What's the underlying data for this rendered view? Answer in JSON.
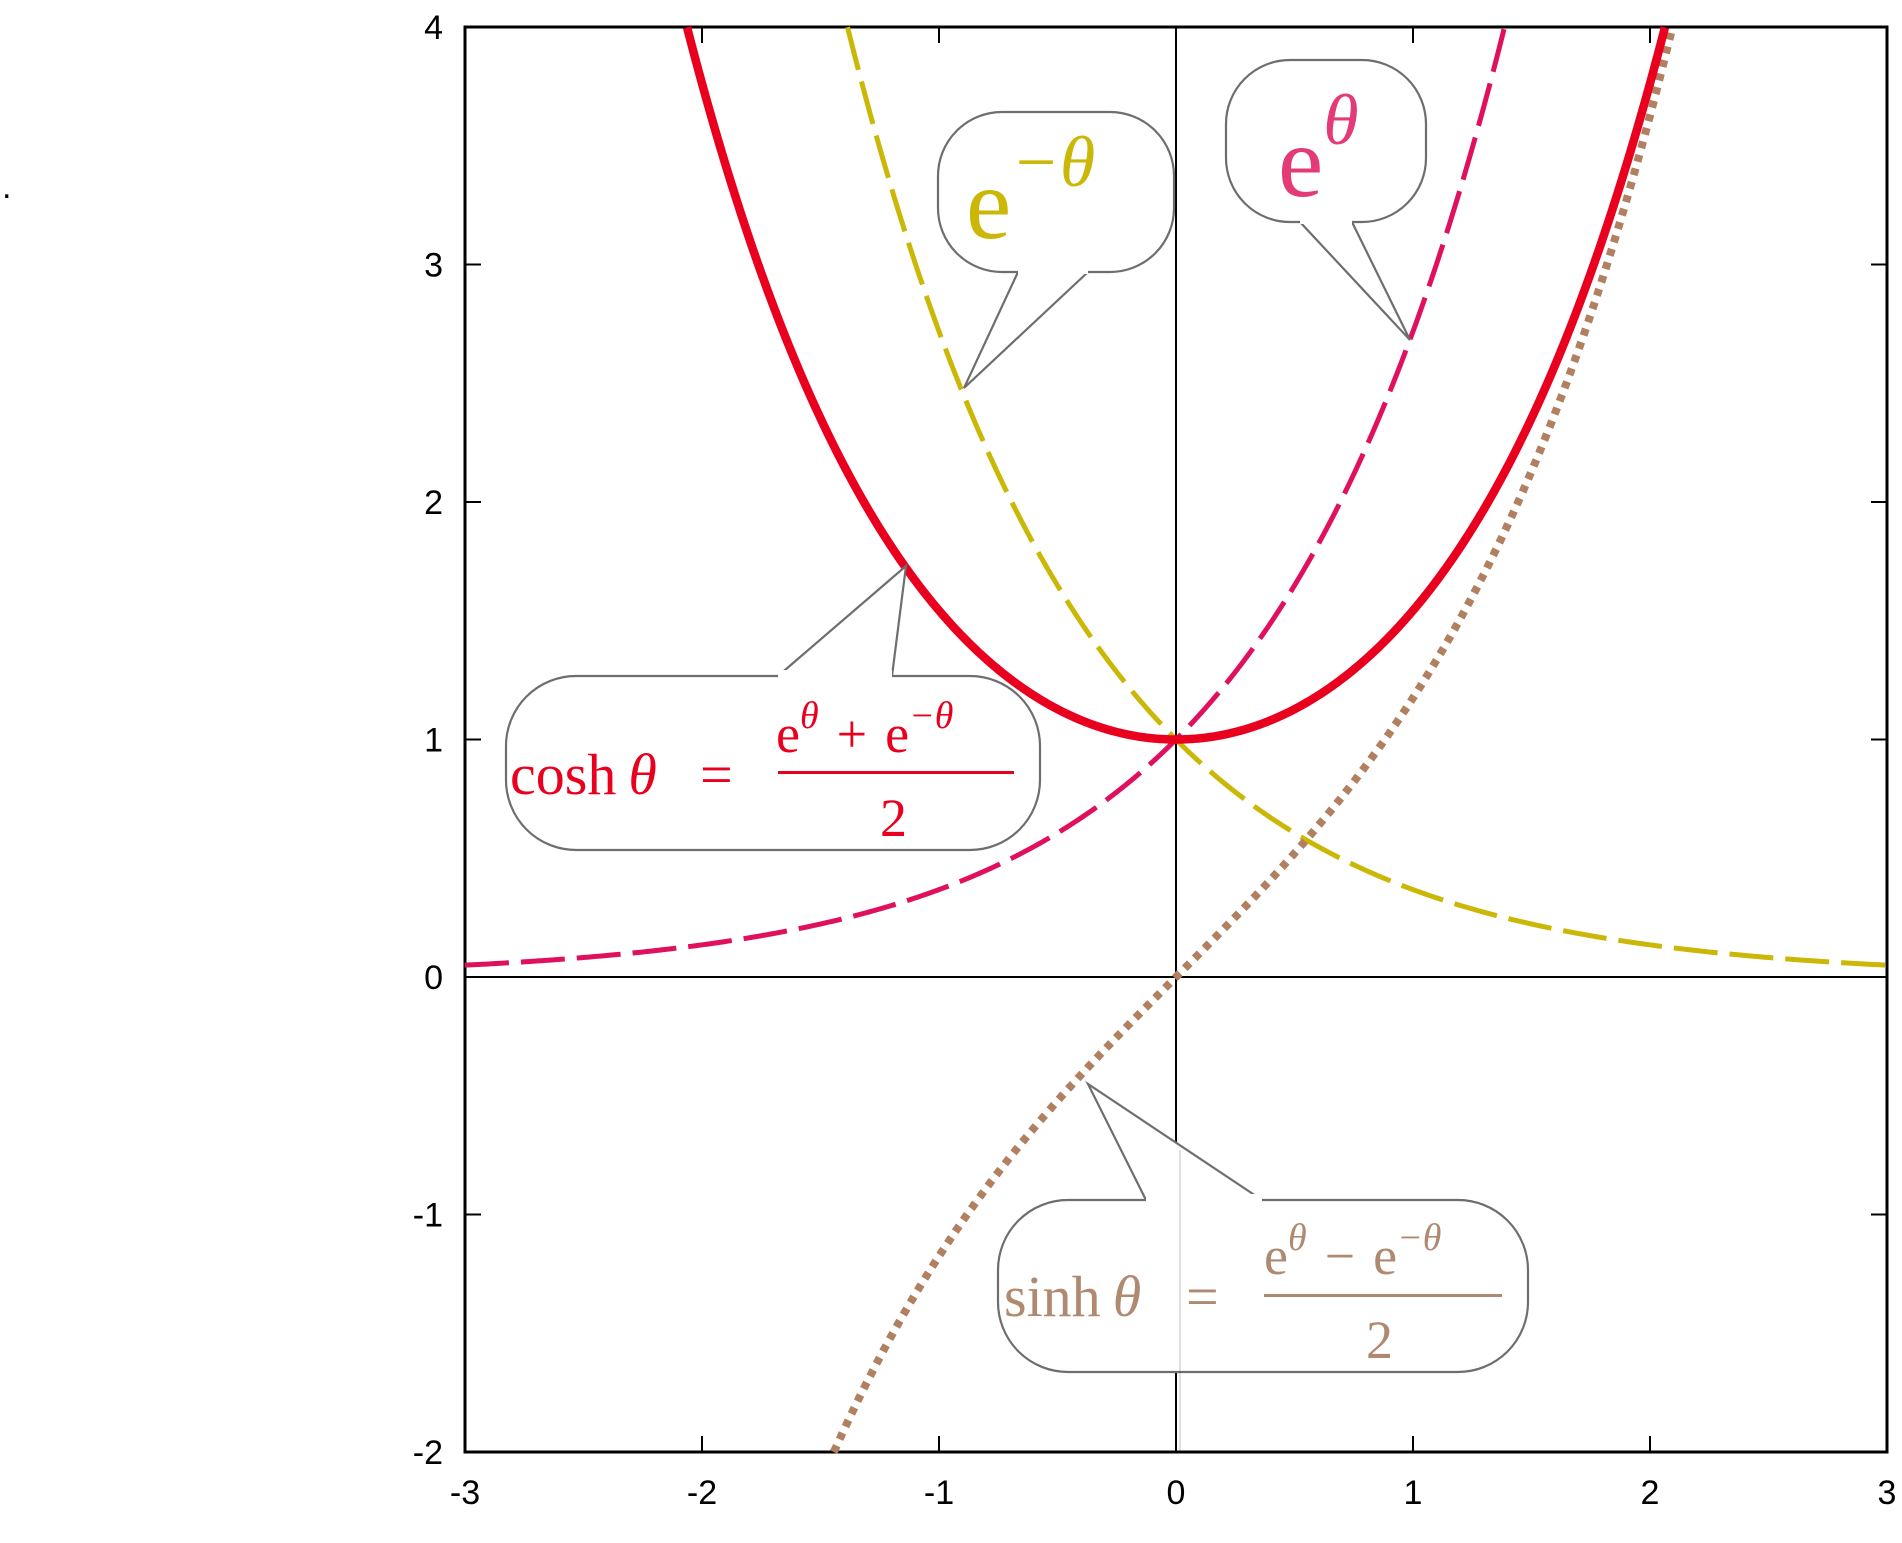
{
  "chart_data": {
    "type": "line",
    "xlim": [
      -3,
      3
    ],
    "ylim": [
      -2,
      4
    ],
    "xticks": [
      "-3",
      "-2",
      "-1",
      "0",
      "1",
      "2",
      "3"
    ],
    "yticks": [
      "-2",
      "-1",
      "0",
      "1",
      "2",
      "3",
      "4"
    ],
    "grid": false,
    "zero_axes": true,
    "series": [
      {
        "name": "e^θ",
        "color": "#e0105e",
        "style": "dashed",
        "x": [
          -3,
          -2.5,
          -2,
          -1.5,
          -1,
          -0.5,
          0,
          0.5,
          1,
          1.2,
          1.386
        ],
        "y": [
          0.05,
          0.082,
          0.135,
          0.223,
          0.368,
          0.607,
          1,
          1.649,
          2.718,
          3.32,
          4.0
        ]
      },
      {
        "name": "e^−θ",
        "color": "#cbb706",
        "style": "dashed",
        "x": [
          -1.386,
          -1.2,
          -1,
          -0.5,
          0,
          0.5,
          1,
          1.5,
          2,
          2.5,
          3
        ],
        "y": [
          4.0,
          3.32,
          2.718,
          1.649,
          1,
          0.607,
          0.368,
          0.223,
          0.135,
          0.082,
          0.05
        ]
      },
      {
        "name": "cosh θ",
        "color": "#e8001e",
        "style": "solid",
        "x": [
          -2.063,
          -1.5,
          -1,
          -0.5,
          0,
          0.5,
          1,
          1.5,
          2.063
        ],
        "y": [
          4.0,
          2.352,
          1.543,
          1.128,
          1,
          1.128,
          1.543,
          2.352,
          4.0
        ]
      },
      {
        "name": "sinh θ",
        "color": "#b08060",
        "style": "dotted",
        "x": [
          -1.444,
          -1,
          -0.5,
          0,
          0.5,
          1,
          1.5,
          2.095
        ],
        "y": [
          -2.0,
          -1.175,
          -0.521,
          0,
          0.521,
          1.175,
          2.129,
          4.0
        ]
      }
    ],
    "annotations": [
      {
        "name": "e-neg-theta",
        "color": "#cbb706",
        "base": "e",
        "sup": "−θ"
      },
      {
        "name": "e-theta",
        "color": "#e43a78",
        "base": "e",
        "sup": "θ"
      },
      {
        "name": "cosh",
        "color": "#e8001e",
        "lhs_func": "cosh",
        "lhs_var": "θ",
        "eq": "=",
        "num_a": "e",
        "num_a_sup": "θ",
        "op": "+",
        "num_b": "e",
        "num_b_sup": "−θ",
        "den": "2"
      },
      {
        "name": "sinh",
        "color": "#b08a70",
        "lhs_func": "sinh",
        "lhs_var": "θ",
        "eq": "=",
        "num_a": "e",
        "num_a_sup": "θ",
        "op": "−",
        "num_b": "e",
        "num_b_sup": "−θ",
        "den": "2"
      }
    ]
  },
  "stray_mark": "."
}
